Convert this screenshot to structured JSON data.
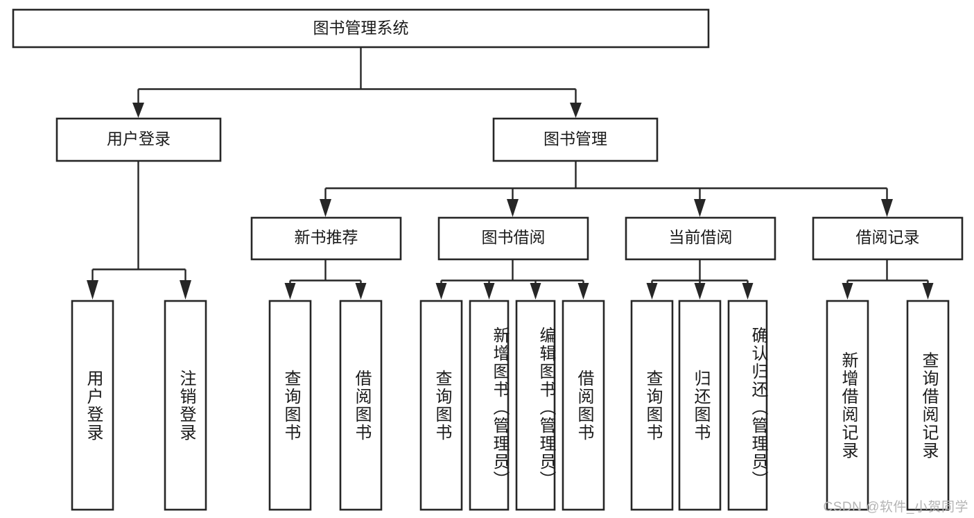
{
  "diagram": {
    "type": "tree",
    "title": "图书管理系统",
    "root": {
      "id": "root",
      "label": "图书管理系统",
      "orientation": "horizontal"
    },
    "level2": [
      {
        "id": "user-login",
        "label": "用户登录",
        "orientation": "horizontal"
      },
      {
        "id": "book-manage",
        "label": "图书管理",
        "orientation": "horizontal"
      }
    ],
    "level3": [
      {
        "id": "new-book-rec",
        "label": "新书推荐",
        "parent": "book-manage",
        "orientation": "horizontal"
      },
      {
        "id": "book-borrow",
        "label": "图书借阅",
        "parent": "book-manage",
        "orientation": "horizontal"
      },
      {
        "id": "current-borrow",
        "label": "当前借阅",
        "parent": "book-manage",
        "orientation": "horizontal"
      },
      {
        "id": "borrow-record",
        "label": "借阅记录",
        "parent": "book-manage",
        "orientation": "horizontal"
      }
    ],
    "leaves": [
      {
        "id": "leaf-user-login",
        "label": "用户登录",
        "parent": "user-login",
        "orientation": "vertical"
      },
      {
        "id": "leaf-user-logout",
        "label": "注销登录",
        "parent": "user-login",
        "orientation": "vertical"
      },
      {
        "id": "leaf-rec-query",
        "label": "查询图书",
        "parent": "new-book-rec",
        "orientation": "vertical"
      },
      {
        "id": "leaf-rec-borrow",
        "label": "借阅图书",
        "parent": "new-book-rec",
        "orientation": "vertical"
      },
      {
        "id": "leaf-borrow-query",
        "label": "查询图书",
        "parent": "book-borrow",
        "orientation": "vertical"
      },
      {
        "id": "leaf-borrow-add",
        "label": "新增图书（管理员）",
        "parent": "book-borrow",
        "orientation": "vertical"
      },
      {
        "id": "leaf-borrow-edit",
        "label": "编辑图书（管理员）",
        "parent": "book-borrow",
        "orientation": "vertical"
      },
      {
        "id": "leaf-borrow-lend",
        "label": "借阅图书",
        "parent": "book-borrow",
        "orientation": "vertical"
      },
      {
        "id": "leaf-cur-query",
        "label": "查询图书",
        "parent": "current-borrow",
        "orientation": "vertical"
      },
      {
        "id": "leaf-cur-return",
        "label": "归还图书",
        "parent": "current-borrow",
        "orientation": "vertical"
      },
      {
        "id": "leaf-cur-confirm",
        "label": "确认归还（管理员）",
        "parent": "current-borrow",
        "orientation": "vertical"
      },
      {
        "id": "leaf-rec-add",
        "label": "新增借阅记录",
        "parent": "borrow-record",
        "orientation": "vertical"
      },
      {
        "id": "leaf-rec-search",
        "label": "查询借阅记录",
        "parent": "borrow-record",
        "orientation": "vertical"
      }
    ],
    "colors": {
      "stroke": "#262626",
      "fill": "#ffffff",
      "text": "#1a1a1a",
      "watermark": "#b4b4b4"
    }
  },
  "watermark": {
    "text": "CSDN @软件_小贺同学"
  }
}
